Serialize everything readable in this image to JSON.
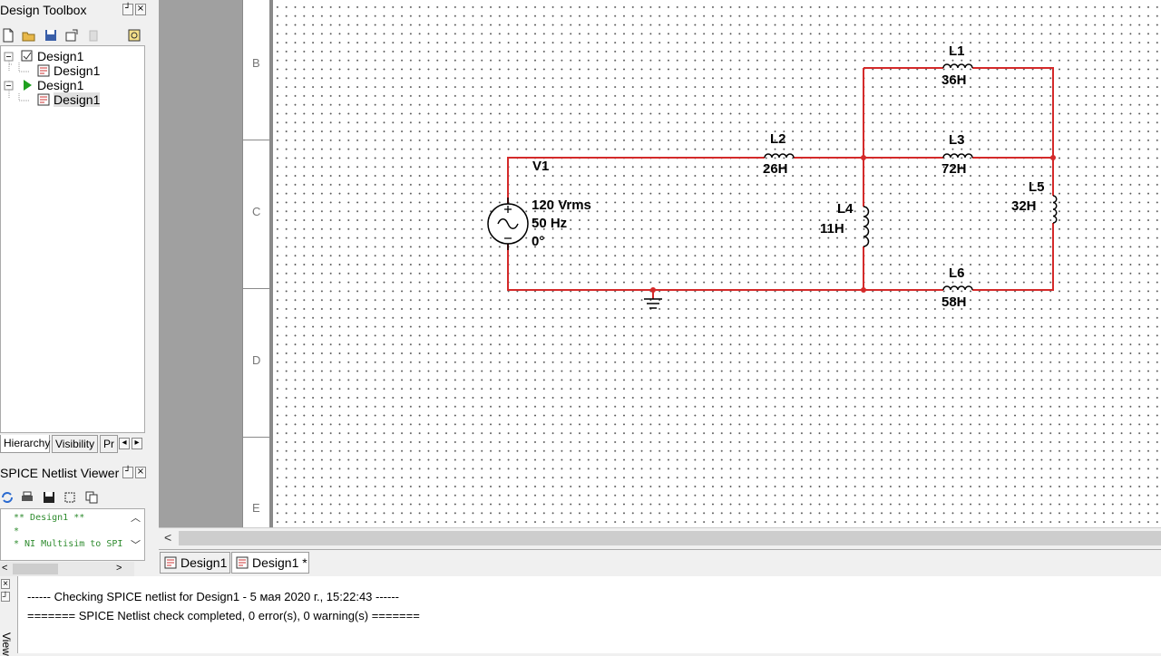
{
  "toolbox": {
    "title": "Design Toolbox",
    "tree": [
      "Design1",
      "Design1",
      "Design1",
      "Design1"
    ],
    "tabs": [
      "Hierarchy",
      "Visibility",
      "Pr"
    ]
  },
  "netlist": {
    "title": "SPICE Netlist Viewer",
    "lines": [
      "** Design1 **",
      "*",
      "* NI Multisim to SPI"
    ]
  },
  "ruler": {
    "labels": [
      "B",
      "C",
      "D",
      "E"
    ]
  },
  "circuit": {
    "source": {
      "ref": "V1",
      "voltage": "120 Vrms",
      "freq": "50 Hz",
      "phase": "0°"
    },
    "L1": {
      "ref": "L1",
      "value": "36H"
    },
    "L2": {
      "ref": "L2",
      "value": "26H"
    },
    "L3": {
      "ref": "L3",
      "value": "72H"
    },
    "L4": {
      "ref": "L4",
      "value": "11H"
    },
    "L5": {
      "ref": "L5",
      "value": "32H"
    },
    "L6": {
      "ref": "L6",
      "value": "58H"
    },
    "wire_color": "#d42a2a"
  },
  "doc_tabs": [
    "Design1",
    "Design1 *"
  ],
  "output": {
    "side_label": "View",
    "lines": [
      "------ Checking SPICE netlist for Design1 - 5 мая 2020 г., 15:22:43 ------",
      "======= SPICE Netlist check completed, 0 error(s), 0 warning(s) ======="
    ]
  }
}
